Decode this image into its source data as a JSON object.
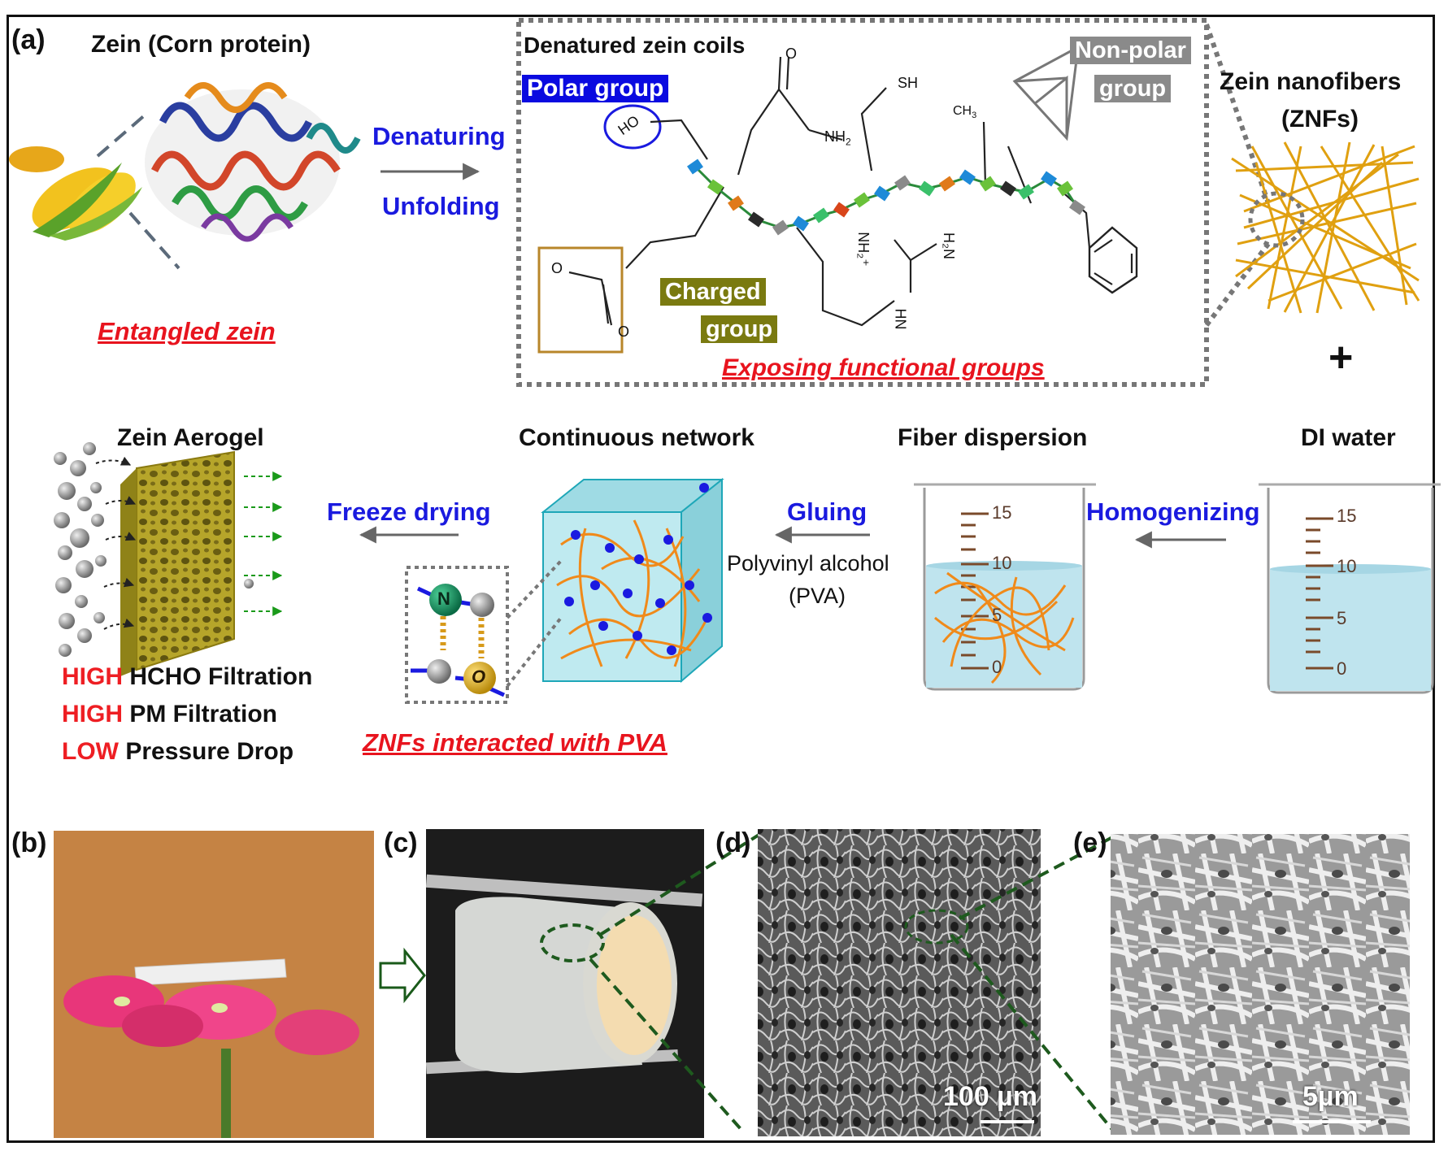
{
  "panel_a": {
    "label": "(a)",
    "zein_title": "Zein (Corn protein)",
    "entangled": "Entangled zein",
    "denaturing": "Denaturing",
    "unfolding": "Unfolding",
    "coils_title": "Denatured zein coils",
    "polar_group": "Polar group",
    "nonpolar_l1": "Non-polar",
    "nonpolar_l2": "group",
    "charged_l1": "Charged",
    "charged_l2": "group",
    "exposing": "Exposing functional groups",
    "znf_l1": "Zein  nanofibers",
    "znf_l2": "(ZNFs)",
    "plus": "+",
    "di_water": "DI water",
    "fiber_dispersion": "Fiber dispersion",
    "continuous_network": "Continuous network",
    "zein_aerogel": "Zein Aerogel",
    "homogenizing": "Homogenizing",
    "gluing": "Gluing",
    "pva_l1": "Polyvinyl alcohol",
    "pva_l2": "(PVA)",
    "freeze_drying": "Freeze drying",
    "znf_pva": "ZNFs interacted with PVA",
    "results": [
      {
        "level": "HIGH",
        "text": " HCHO Filtration"
      },
      {
        "level": "HIGH",
        "text": " PM Filtration"
      },
      {
        "level": "LOW",
        "text": " Pressure Drop"
      }
    ],
    "chem": {
      "ho": "HO",
      "o_top": "O",
      "sh": "SH",
      "nh2": "NH",
      "nh2_sub": "2",
      "ch3": "CH",
      "ch3_sub": "3",
      "o_left": "O",
      "o_bottom": "O",
      "nh2_plus": "NH₂⁺",
      "h2n": "H₂N",
      "hn": "HN"
    },
    "beaker_ticks": [
      "15",
      "10",
      "5",
      "0"
    ],
    "atoms": {
      "n": "N",
      "o": "O"
    }
  },
  "panel_b": {
    "label": "(b)"
  },
  "panel_c": {
    "label": "(c)"
  },
  "panel_d": {
    "label": "(d)",
    "scale": "100 µm"
  },
  "panel_e": {
    "label": "(e)",
    "scale": "5µm"
  },
  "colors": {
    "blue_text": "#1a1adf",
    "red_text": "#e8141e",
    "polar_bg": "#0a0ae0",
    "nonpolar_bg": "#8a8a8a",
    "charged_bg": "#7a7a10",
    "fiber_gold": "#e0a010",
    "fiber_orange": "#f08a1a",
    "water_blue": "#bfe4ee"
  }
}
